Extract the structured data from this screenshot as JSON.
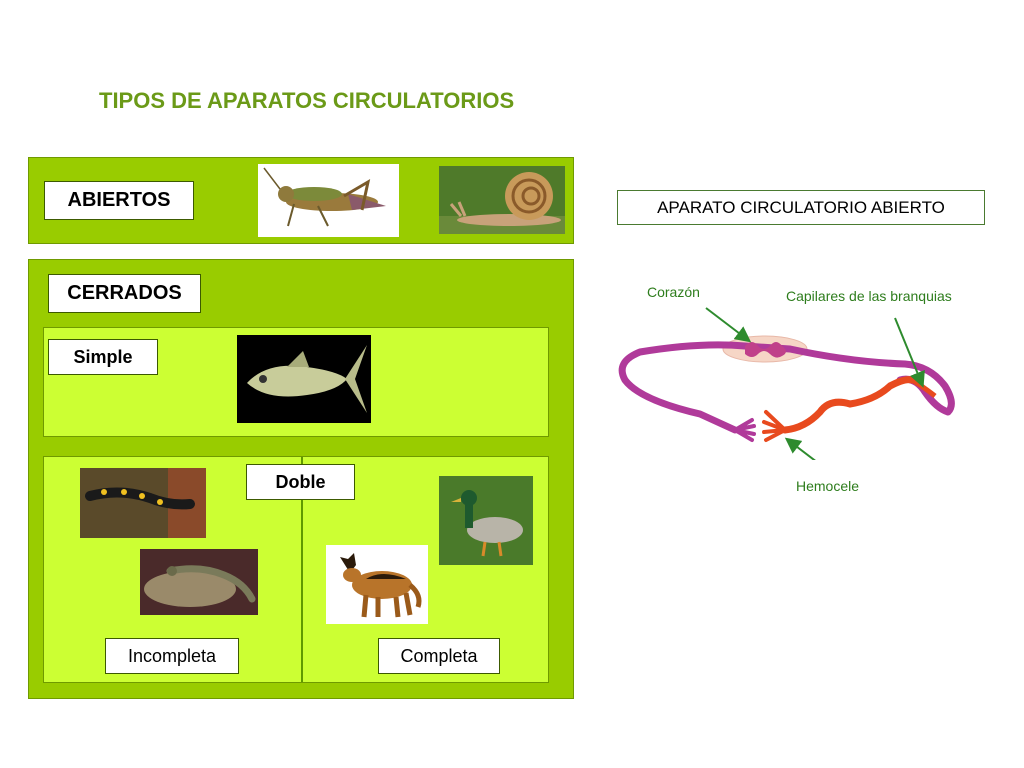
{
  "title": "TIPOS DE APARATOS CIRCULATORIOS",
  "abiertos": {
    "label": "ABIERTOS",
    "images": [
      "grasshopper",
      "snail"
    ]
  },
  "cerrados": {
    "label": "CERRADOS",
    "simple": {
      "label": "Simple",
      "images": [
        "fish"
      ]
    },
    "doble": {
      "label": "Doble",
      "incompleta": {
        "label": "Incompleta",
        "images": [
          "salamander",
          "lizard"
        ]
      },
      "completa": {
        "label": "Completa",
        "images": [
          "dog",
          "duck"
        ]
      }
    }
  },
  "diagram": {
    "title": "APARATO CIRCULATORIO ABIERTO",
    "labels": {
      "heart": "Corazón",
      "gills": "Capilares de las branquias",
      "hemocele": "Hemocele"
    }
  },
  "colors": {
    "title": "#6b9a18",
    "panel": "#99cc00",
    "subpanel": "#ccff33",
    "vessel": "#b03a9a",
    "oxygenated": "#e84a1e",
    "label": "#2e7d1d"
  }
}
